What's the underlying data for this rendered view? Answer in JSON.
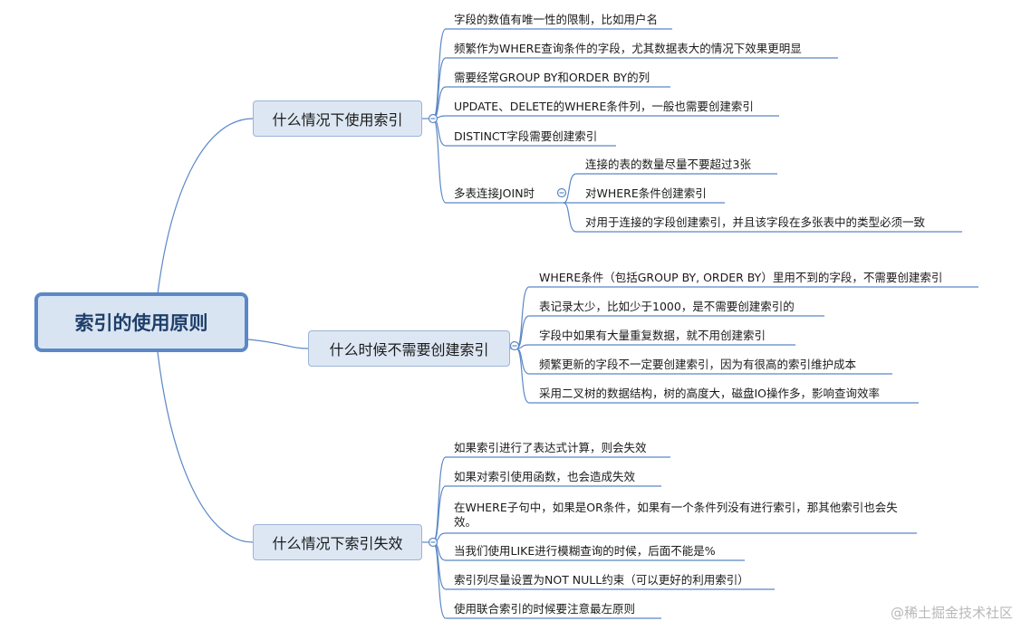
{
  "root": "索引的使用原则",
  "branches": [
    {
      "label": "什么情况下使用索引",
      "items": [
        "字段的数值有唯一性的限制，比如用户名",
        "频繁作为WHERE查询条件的字段，尤其数据表大的情况下效果更明显",
        "需要经常GROUP BY和ORDER BY的列",
        "UPDATE、DELETE的WHERE条件列，一般也需要创建索引",
        "DISTINCT字段需要创建索引",
        "多表连接JOIN时"
      ],
      "join_items": [
        "连接的表的数量尽量不要超过3张",
        "对WHERE条件创建索引",
        "对用于连接的字段创建索引，并且该字段在多张表中的类型必须一致"
      ]
    },
    {
      "label": "什么时候不需要创建索引",
      "items": [
        "WHERE条件（包括GROUP BY, ORDER BY）里用不到的字段，不需要创建索引",
        "表记录太少，比如少于1000，是不需要创建索引的",
        "字段中如果有大量重复数据，就不用创建索引",
        "频繁更新的字段不一定要创建索引，因为有很高的索引维护成本",
        "采用二叉树的数据结构，树的高度大，磁盘IO操作多，影响查询效率"
      ]
    },
    {
      "label": "什么情况下索引失效",
      "items": [
        "如果索引进行了表达式计算，则会失效",
        "如果对索引使用函数，也会造成失效",
        "在WHERE子句中，如果是OR条件，如果有一个条件列没有进行索引，那其他索引也会失效。",
        "当我们使用LIKE进行模糊查询的时候，后面不能是%",
        "索引列尽量设置为NOT NULL约束（可以更好的利用索引）",
        "使用联合索引的时候要注意最左原则"
      ]
    }
  ],
  "watermark": "@稀土掘金技术社区",
  "colors": {
    "line": "#5b88c6",
    "root_border": "#5b88c6",
    "root_fill": "#d9e4f2",
    "branch_fill": "#dde7f3"
  }
}
